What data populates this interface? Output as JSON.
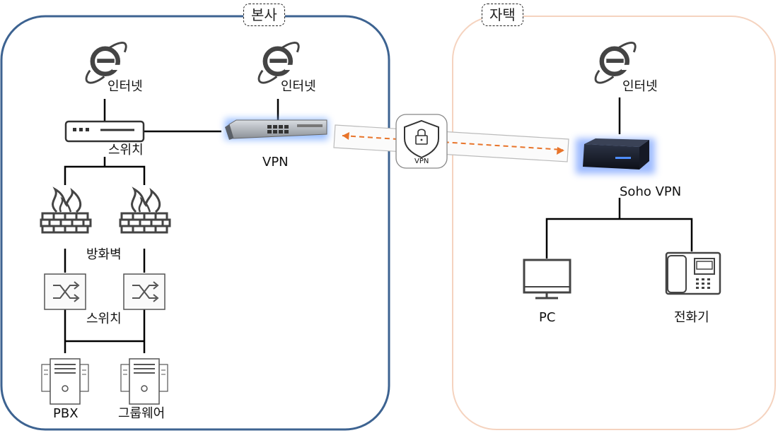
{
  "zones": {
    "hq": {
      "title": "본사"
    },
    "home": {
      "title": "자택"
    }
  },
  "labels": {
    "internet_hq_left": "인터넷",
    "internet_hq_vpn": "인터넷",
    "internet_home": "인터넷",
    "switch_top": "스위치",
    "vpn": "VPN",
    "firewall": "방화벽",
    "switch_bottom": "스위치",
    "pbx": "PBX",
    "groupware": "그룹웨어",
    "soho_vpn": "Soho VPN",
    "pc": "PC",
    "phone": "전화기",
    "tunnel_badge": "VPN"
  },
  "colors": {
    "hq_border": "#3d6391",
    "home_border": "#f5d3bf",
    "tunnel_arrow": "#e8742a",
    "line": "#000000",
    "icon": "#444444"
  },
  "icons": [
    "internet-explorer-icon",
    "switch-icon",
    "vpn-rack-icon",
    "firewall-icon",
    "network-switch-icon",
    "server-icon",
    "lock-shield-icon",
    "soho-vpn-box-icon",
    "monitor-icon",
    "desk-phone-icon"
  ]
}
